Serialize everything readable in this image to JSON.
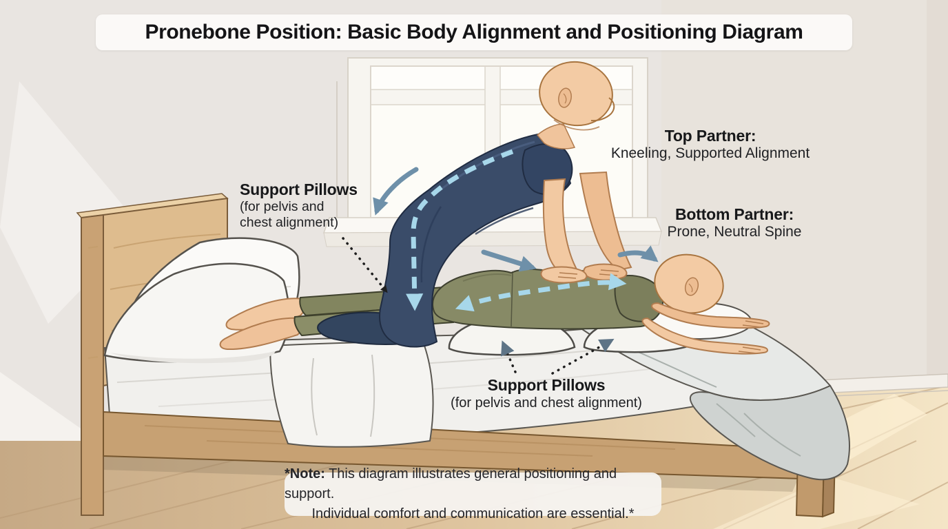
{
  "title": "Pronebone Position: Basic Body Alignment and Positioning Diagram",
  "labels": {
    "support_pillows_left": {
      "heading": "Support Pillows",
      "line1": "(for pelvis and",
      "line2": "chest alignment)"
    },
    "top_partner": {
      "heading": "Top Partner:",
      "description": "Kneeling, Supported Alignment"
    },
    "bottom_partner": {
      "heading": "Bottom Partner:",
      "description": "Prone, Neutral Spine"
    },
    "support_pillows_bottom": {
      "heading": "Support Pillows",
      "description": "(for pelvis and chest alignment)"
    }
  },
  "note": {
    "prefix": "*Note:",
    "line1_rest": " This diagram illustrates general positioning and support.",
    "line2": "Individual comfort and communication are essential.*"
  },
  "scene": {
    "top_partner_pose": "kneeling on hands and knees over partner",
    "bottom_partner_pose": "lying prone, head on pillow, arms extended",
    "support_pillow_count": 2,
    "alignment_arrows": "dashed spine lines on both partners"
  },
  "colors": {
    "wall": "#e9e5e1",
    "floor": "#eedcba",
    "wood": "#d9b285",
    "top_partner_clothing": "#3a4c69",
    "bottom_partner_clothing": "#878a66",
    "skin": "#f2c9a2",
    "dashed_alignment_arrow": "#a7d7ea",
    "solid_guide_arrow": "#6e90a9",
    "pointer_dots": "#1f1f1f",
    "pointer_arrowhead": "#5e7486",
    "text": "#1b1c1e",
    "banner_bg": "#fcfbf9"
  }
}
